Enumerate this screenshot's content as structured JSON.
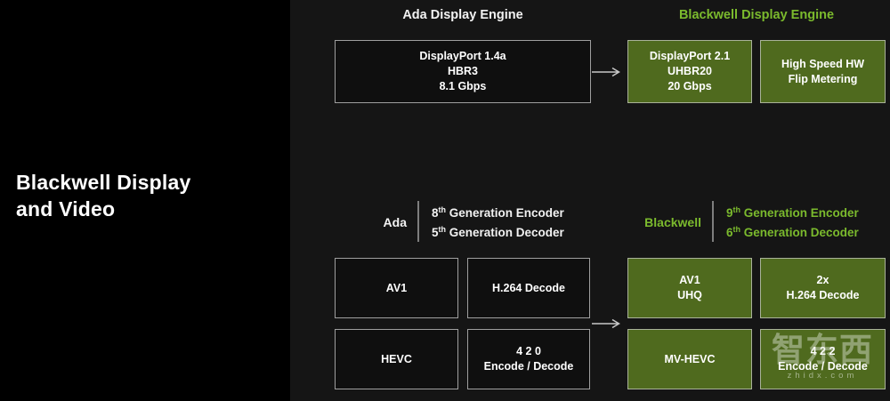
{
  "title": {
    "line1": "Blackwell Display",
    "line2": "and Video"
  },
  "colors": {
    "nvidia_green_text": "#7bba2d",
    "green_box_fill": "#4f6a1e",
    "panel_bg": "#151515",
    "left_bg": "#000000"
  },
  "display_engine": {
    "ada_header": "Ada Display Engine",
    "blackwell_header": "Blackwell Display Engine",
    "ada_box": {
      "line1": "DisplayPort 1.4a",
      "line2": "HBR3",
      "line3": "8.1 Gbps"
    },
    "blackwell_box1": {
      "line1": "DisplayPort 2.1",
      "line2": "UHBR20",
      "line3": "20 Gbps"
    },
    "blackwell_box2": {
      "line1": "High Speed HW",
      "line2": "Flip Metering"
    }
  },
  "codec": {
    "ada_label": "Ada",
    "ada_encoder": {
      "num": "8",
      "sup": "th",
      "rest": " Generation Encoder"
    },
    "ada_decoder": {
      "num": "5",
      "sup": "th",
      "rest": " Generation Decoder"
    },
    "blackwell_label": "Blackwell",
    "bw_encoder": {
      "num": "9",
      "sup": "th",
      "rest": " Generation Encoder"
    },
    "bw_decoder": {
      "num": "6",
      "sup": "th",
      "rest": " Generation Decoder"
    }
  },
  "codec_boxes": {
    "ada_av1": {
      "line1": "AV1"
    },
    "ada_h264": {
      "line1": "H.264 Decode"
    },
    "ada_hevc": {
      "line1": "HEVC"
    },
    "ada_420": {
      "line1": "4 2 0",
      "line2": "Encode / Decode"
    },
    "bw_av1": {
      "line1": "AV1",
      "line2": "UHQ"
    },
    "bw_h264": {
      "line1": "2x",
      "line2": "H.264 Decode"
    },
    "bw_mvhevc": {
      "line1": "MV-HEVC"
    },
    "bw_422": {
      "line1": "4 2 2",
      "line2": "Encode / Decode"
    }
  },
  "watermark": {
    "logo": "智东西",
    "url": "zhidx.com"
  }
}
